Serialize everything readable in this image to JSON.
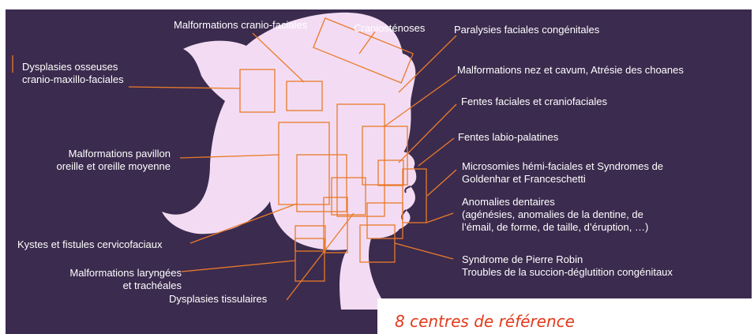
{
  "colors": {
    "background": "#3b2b4e",
    "silhouette": "#f3dcf3",
    "outline": "#ea7a2a",
    "label_text": "#ffffff",
    "footer_text": "#e33a1b"
  },
  "labels": {
    "malformations_cranio_faciales": "Malformations cranio-faciales",
    "craniostenoses": "Craniosténoses",
    "paralysies_faciales": "Paralysies faciales congénitales",
    "dysplasies_osseuses": "Dysplasies osseuses\ncranio-maxillo-faciales",
    "malformations_nez": "Malformations nez et cavum, Atrésie des choanes",
    "fentes_faciales": "Fentes faciales et craniofaciales",
    "malformations_pavillon": "Malformations pavillon\noreille  et oreille moyenne",
    "fentes_labio": "Fentes labio-palatines",
    "microsomies": "Microsomies hémi-faciales et Syndromes de\nGoldenhar et Franceschetti",
    "anomalies_dentaires": "Anomalies dentaires\n(agénésies, anomalies de la dentine, de\nl’émail, de forme, de taille, d’éruption, …)",
    "kystes": "Kystes et fistules cervicofaciaux",
    "malformations_laryngees": "Malformations laryngées\net trachéales",
    "pierre_robin": "Syndrome de Pierre Robin\nTroubles de la succion-déglutition congénitaux",
    "dysplasies_tissulaires": "Dysplasies tissulaires"
  },
  "footer": {
    "text": "8 centres de référence"
  }
}
